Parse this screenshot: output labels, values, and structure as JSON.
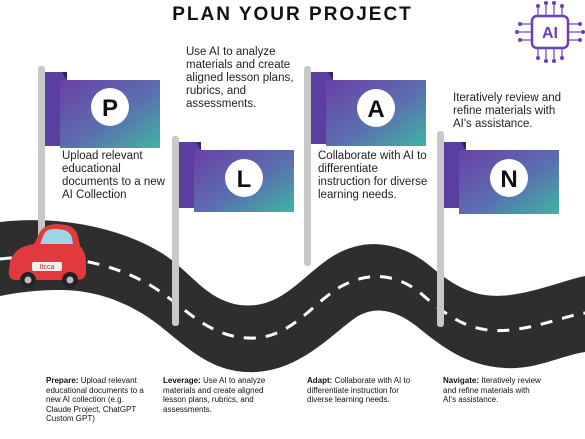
{
  "title": "PLAN YOUR PROJECT",
  "badge": {
    "text": "AI"
  },
  "car": {
    "label": "Itcca"
  },
  "steps": [
    {
      "letter": "P",
      "caption": "Upload relevant educational documents to a new AI Collection",
      "desc_title": "Prepare:",
      "desc_text": "Upload relevant educational documents to a new AI collection (e.g. Claude Project, ChatGPT Custom GPT)"
    },
    {
      "letter": "L",
      "caption": "Use AI to analyze materials and create aligned lesson plans, rubrics, and assessments.",
      "desc_title": "Leverage:",
      "desc_text": "Use AI to analyze materials and create aligned lesson plans, rubrics, and assessments."
    },
    {
      "letter": "A",
      "caption": "Collaborate with AI to differentiate instruction for diverse learning needs.",
      "desc_title": "Adapt:",
      "desc_text": "Collaborate with AI to differentiate instruction for diverse learning needs."
    },
    {
      "letter": "N",
      "caption": "Iteratively review and refine materials with AI's assistance.",
      "desc_title": "Navigate:",
      "desc_text": "Iteratively review and refine materials with AI's assistance."
    }
  ],
  "colors": {
    "road": "#2e2e2e",
    "road_dash": "#ffffff",
    "flag_left": "#6b3fa6",
    "flag_right": "#3fb5a0",
    "flag_shadow": "#3b2a8a",
    "pole": "#c8c8c8",
    "car": "#e0393e",
    "ai_badge": "#6a3fb8"
  }
}
